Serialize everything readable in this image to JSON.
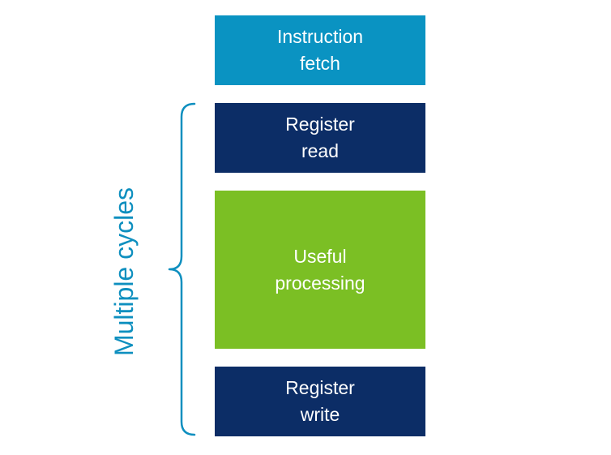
{
  "stages": [
    {
      "line1": "Instruction",
      "line2": "fetch",
      "color": "#0a93c2"
    },
    {
      "line1": "Register",
      "line2": "read",
      "color": "#0c2d66"
    },
    {
      "line1": "Useful",
      "line2": "processing",
      "color": "#7bbf24"
    },
    {
      "line1": "Register",
      "line2": "write",
      "color": "#0c2d66"
    }
  ],
  "bracket": {
    "label": "Multiple cycles",
    "color": "#0e8fbf"
  }
}
